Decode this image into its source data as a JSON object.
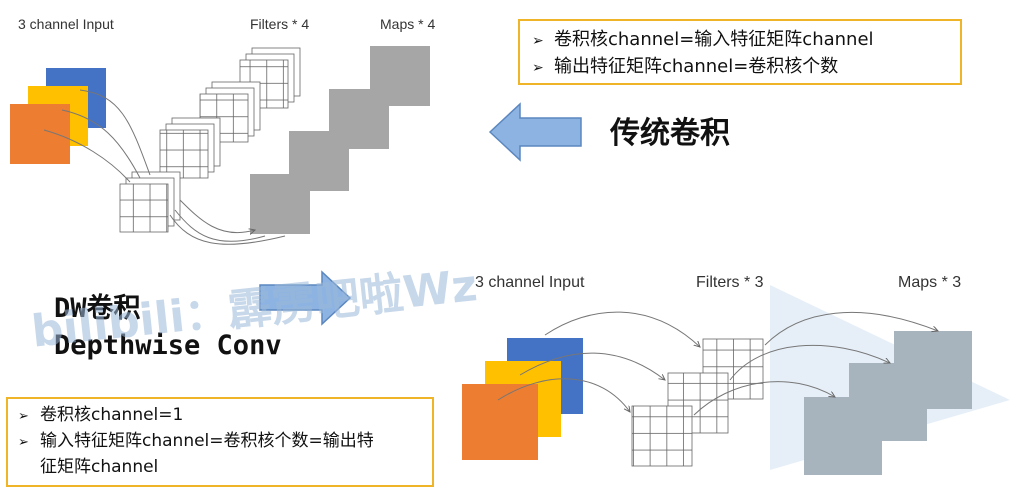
{
  "top": {
    "input_label": "3 channel Input",
    "filters_label": "Filters * 4",
    "maps_label": "Maps * 4",
    "info": [
      "卷积核channel=输入特征矩阵channel",
      "输出特征矩阵channel=卷积核个数"
    ],
    "title": "传统卷积"
  },
  "bottom": {
    "title_line1": "DW卷积",
    "title_line2": "Depthwise Conv",
    "input_label": "3 channel Input",
    "filters_label": "Filters * 3",
    "maps_label": "Maps * 3",
    "info": [
      "卷积核channel=1",
      "输入特征矩阵channel=卷积核个数=输出特",
      "征矩阵channel"
    ]
  },
  "watermark": "bilibili：霹雳吧啦Wz",
  "colors": {
    "blue": "#4472c4",
    "yellow": "#ffc000",
    "orange": "#ed7d31",
    "arrow": "#8db3e2",
    "gray": "#a6a6a6",
    "grayblue": "#a7b4be",
    "box_border": "#f0b429"
  },
  "icons": [
    "left-arrow-icon",
    "right-arrow-icon",
    "triangle-bullet-icon"
  ]
}
